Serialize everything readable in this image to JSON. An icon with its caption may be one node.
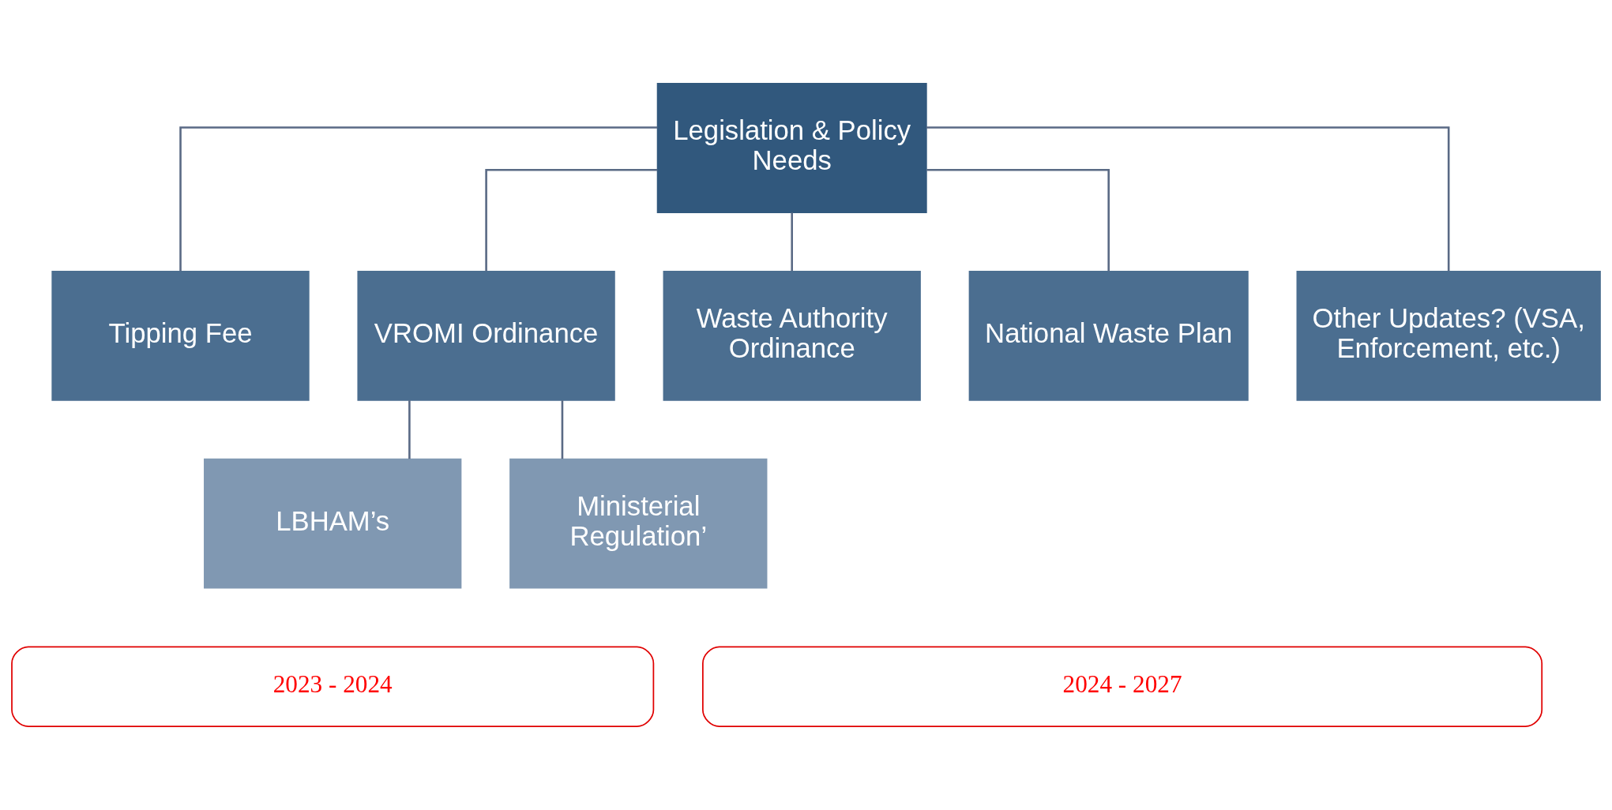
{
  "diagram": {
    "nodes": [
      {
        "text": [
          "Legislation & Policy Needs"
        ]
      },
      {
        "text": [
          "Tipping Fee"
        ]
      },
      {
        "text": [
          "VROMI Ordinance"
        ]
      },
      {
        "text": [
          "Waste Authority Ordinance"
        ]
      },
      {
        "text": [
          "National Waste Plan"
        ]
      },
      {
        "text": [
          "Other Updates? (VSA, Enforcement, etc.)"
        ]
      },
      {
        "text": [
          "LBHAM’s"
        ]
      },
      {
        "text": [
          "Ministerial Regulation’"
        ]
      },
      {
        "text": [
          "2023 - 2024"
        ]
      },
      {
        "text": [
          "2024 - 2027"
        ]
      }
    ],
    "edges": [
      {
        "from": 0,
        "to": 1,
        "arrow": "none"
      },
      {
        "from": 0,
        "to": 2,
        "arrow": "none"
      },
      {
        "from": 0,
        "to": 3,
        "arrow": "none"
      },
      {
        "from": 0,
        "to": 4,
        "arrow": "none"
      },
      {
        "from": 0,
        "to": 5,
        "arrow": "none"
      },
      {
        "from": 2,
        "to": 6,
        "arrow": "none"
      },
      {
        "from": 2,
        "to": 7,
        "arrow": "none"
      }
    ]
  }
}
